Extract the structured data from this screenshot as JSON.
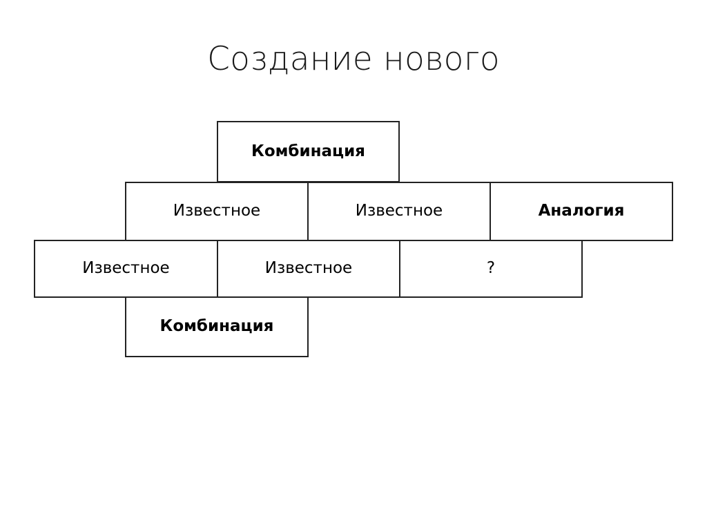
{
  "slide": {
    "title": "Создание нового",
    "background_color": "#ffffff",
    "text_color": "#000000",
    "border_color": "#222222"
  },
  "diagram": {
    "type": "staircase-matrix",
    "top_box": {
      "label": "Комбинация",
      "weight": "bold"
    },
    "upper_row": {
      "cells": [
        {
          "label": "Известное",
          "weight": "regular"
        },
        {
          "label": "Известное",
          "weight": "regular"
        },
        {
          "label": "Аналогия",
          "weight": "bold"
        }
      ]
    },
    "lower_row": {
      "cells": [
        {
          "label": "Известное",
          "weight": "regular"
        },
        {
          "label": "Известное",
          "weight": "regular"
        },
        {
          "label": "?",
          "weight": "regular"
        }
      ]
    },
    "bottom_box": {
      "label": "Комбинация",
      "weight": "bold"
    }
  }
}
